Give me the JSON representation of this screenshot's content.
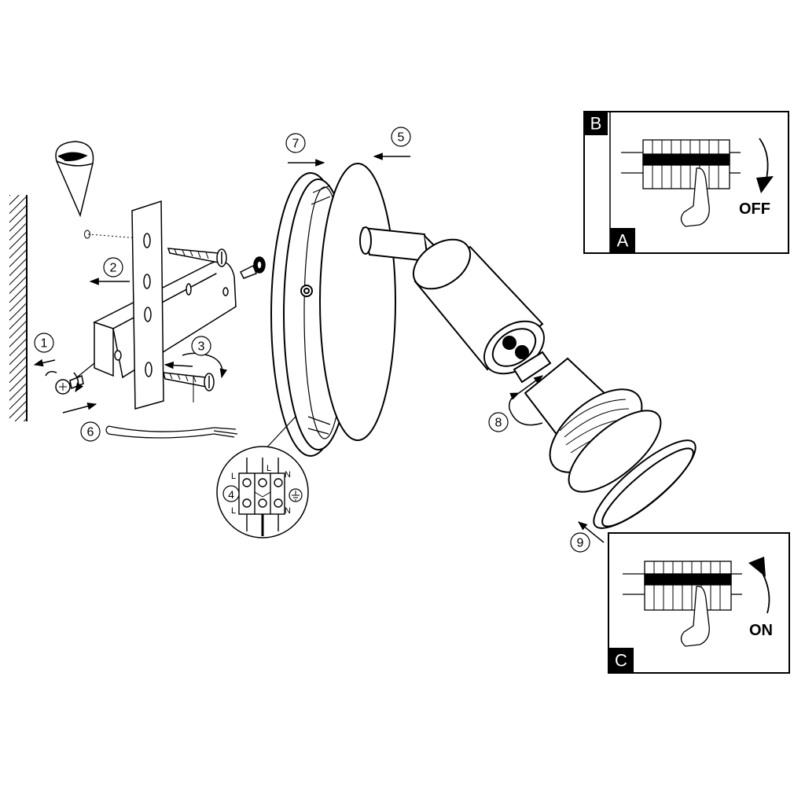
{
  "steps": [
    "1",
    "2",
    "3",
    "4",
    "5",
    "6",
    "7",
    "8",
    "9"
  ],
  "panels": {
    "top": {
      "corner_top": "B",
      "corner_bottom": "A",
      "action": "OFF"
    },
    "bottom": {
      "corner_bottom": "C",
      "action": "ON"
    }
  },
  "terminal_block": {
    "left_top": "L",
    "left_bottom": "L",
    "mid_top": "L",
    "right_top": "N",
    "right_bottom": "N",
    "step": "4"
  },
  "colors": {
    "ink": "#000000",
    "paper": "#ffffff"
  }
}
